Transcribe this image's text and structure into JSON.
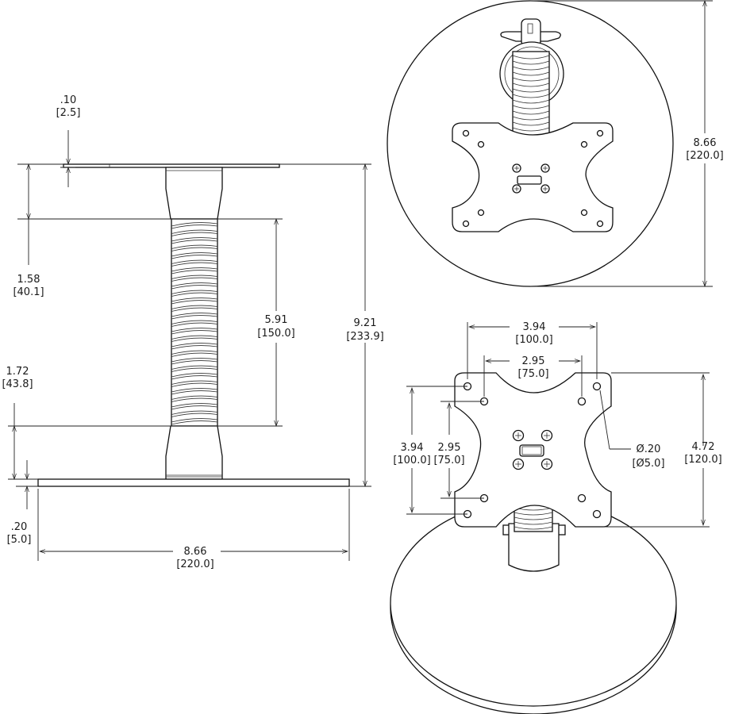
{
  "side_view": {
    "plate_thickness": {
      "in": ".10",
      "mm": "[2.5]"
    },
    "upper_collar": {
      "in": "1.58",
      "mm": "[40.1]"
    },
    "lower_collar": {
      "in": "1.72",
      "mm": "[43.8]"
    },
    "base_thickness": {
      "in": ".20",
      "mm": "[5.0]"
    },
    "gooseneck": {
      "in": "5.91",
      "mm": "[150.0]"
    },
    "overall_height": {
      "in": "9.21",
      "mm": "[233.9]"
    },
    "base_width": {
      "in": "8.66",
      "mm": "[220.0]"
    }
  },
  "top_view": {
    "diameter": {
      "in": "8.66",
      "mm": "[220.0]"
    }
  },
  "front_view": {
    "vesa_100_width": {
      "in": "3.94",
      "mm": "[100.0]"
    },
    "vesa_75_width": {
      "in": "2.95",
      "mm": "[75.0]"
    },
    "vesa_100_height": {
      "in": "3.94",
      "mm": "[100.0]"
    },
    "vesa_75_height": {
      "in": "2.95",
      "mm": "[75.0]"
    },
    "hole_diameter": {
      "in": "Ø.20",
      "mm": "[Ø5.0]"
    },
    "plate_height": {
      "in": "4.72",
      "mm": "[120.0]"
    }
  }
}
